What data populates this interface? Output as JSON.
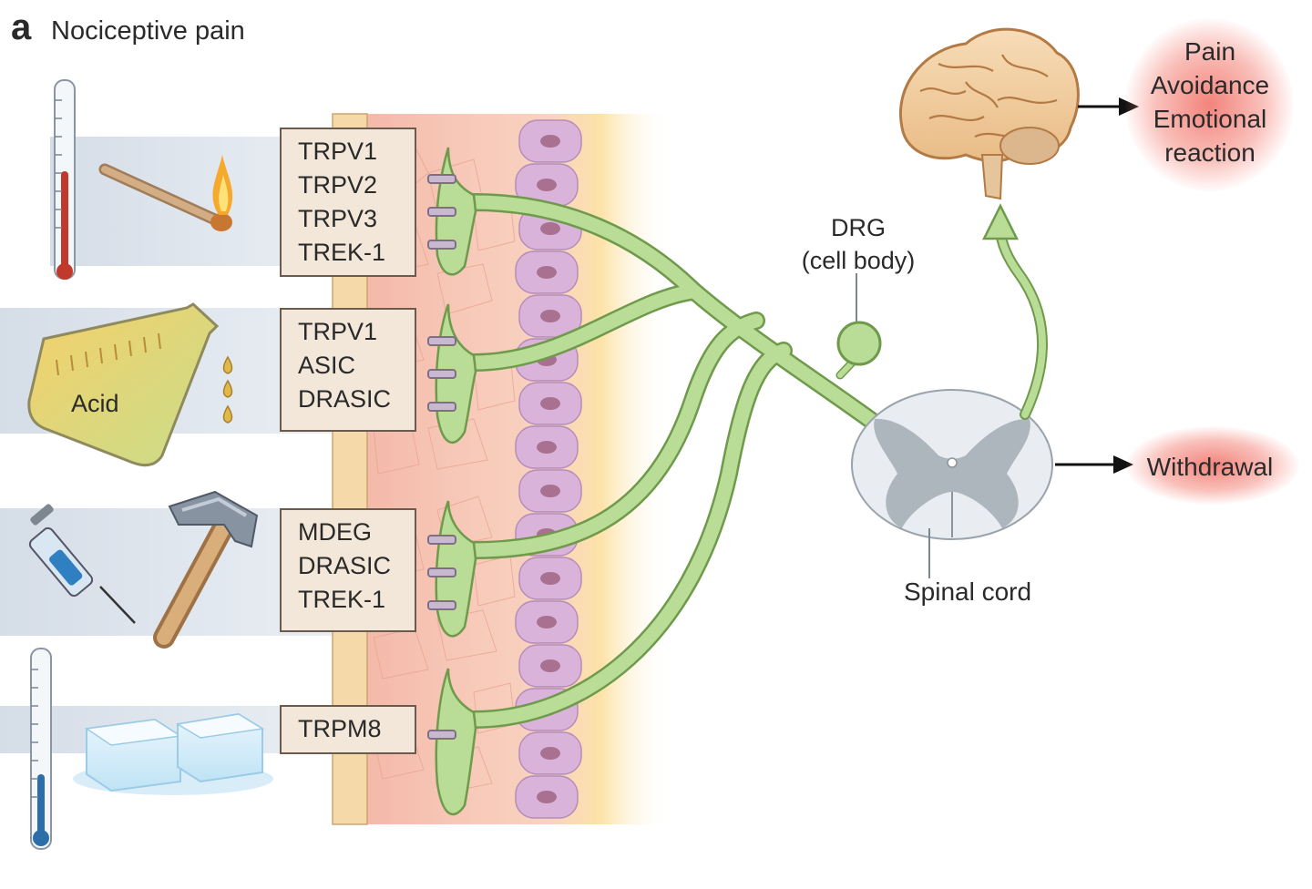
{
  "panel_letter": "a",
  "title": "Nociceptive pain",
  "stimuli": {
    "acid_label": "Acid"
  },
  "receptor_groups": [
    {
      "items": [
        "TRPV1",
        "TRPV2",
        "TRPV3",
        "TREK-1"
      ]
    },
    {
      "items": [
        "TRPV1",
        "ASIC",
        "DRASIC"
      ]
    },
    {
      "items": [
        "MDEG",
        "DRASIC",
        "TREK-1"
      ]
    },
    {
      "items": [
        "TRPM8"
      ]
    }
  ],
  "drg_label": {
    "line1": "DRG",
    "line2": "(cell body)"
  },
  "spinal_cord_label": "Spinal cord",
  "brain_outcomes": [
    "Pain",
    "Avoidance",
    "Emotional",
    "reaction"
  ],
  "reflex_outcome": "Withdrawal",
  "colors": {
    "nerve_green": "#b9dc97",
    "nerve_outline": "#6f9a4c",
    "receptor_box": "#f3e7d9",
    "dermis_pink": "#f6c6ba",
    "epidermis_yellow": "#fde6a0",
    "spinal_gray": "#aeb6bd",
    "outcome_glow": "#f07a70"
  }
}
